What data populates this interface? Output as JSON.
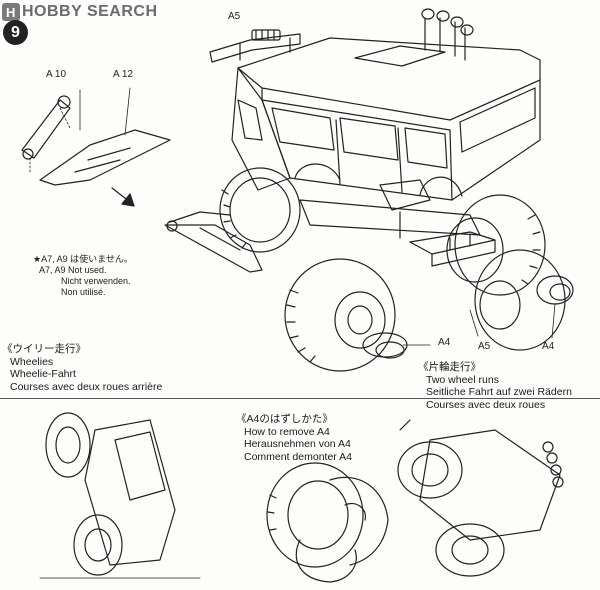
{
  "watermark": {
    "logo_letter": "H",
    "text": "HOBBY SEARCH"
  },
  "step_number": "9",
  "parts": {
    "a5_top": "A5",
    "a10": "A 10",
    "a12": "A 12",
    "a4_left": "A4",
    "a5_bottom": "A5",
    "a4_right": "A4"
  },
  "not_used_note": {
    "line1": "★A7, A9 は使いません。",
    "line2": "A7, A9 Not used.",
    "line3": "Nicht verwenden.",
    "line4": "Non utilisé."
  },
  "wheelies": {
    "jp": "《ウイリー走行》",
    "en": "Wheelies",
    "de": "Wheelie-Fahrt",
    "fr": "Courses avec deux roues arrière"
  },
  "two_wheel": {
    "jp": "《片輪走行》",
    "en": "Two wheel runs",
    "de": "Seitliche Fahrt auf zwei Rädern",
    "fr": "Courses avec deux roues"
  },
  "remove_a4": {
    "jp": "《A4のはずしかた》",
    "en": "How to remove A4",
    "de": "Herausnehmen von A4",
    "fr": "Comment demonter A4"
  }
}
